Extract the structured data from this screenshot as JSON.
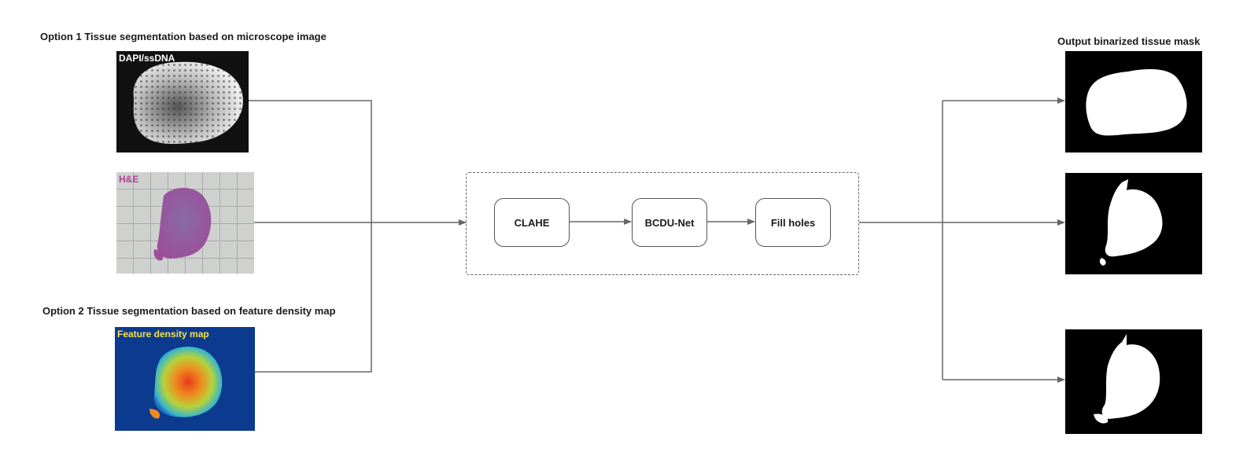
{
  "headings": {
    "option1": "Option 1 Tissue segmentation based on microscope image",
    "option2": "Option 2 Tissue segmentation based on feature density map",
    "output": "Output binarized tissue mask"
  },
  "inputs": [
    {
      "label": "DAPI/ssDNA",
      "label_color": "#ffffff"
    },
    {
      "label": "H&E",
      "label_color": "#b0409a"
    },
    {
      "label": "Feature density map",
      "label_color": "#f5e04a"
    }
  ],
  "pipeline": {
    "steps": [
      "CLAHE",
      "BCDU-Net",
      "Fill holes"
    ]
  },
  "colors": {
    "line": "#666666",
    "mask_bg": "#000000",
    "mask_fg": "#ffffff",
    "density_bg": "#0b3a8f"
  }
}
